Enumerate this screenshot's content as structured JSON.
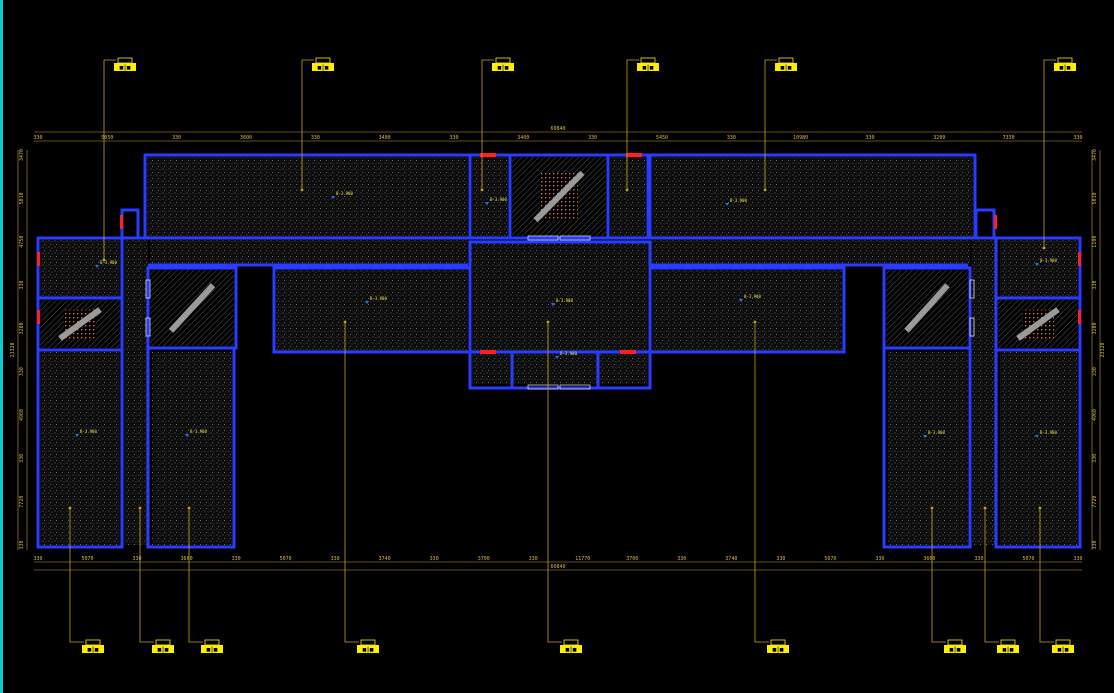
{
  "colors": {
    "background": "#000000",
    "wall": "#2a3cff",
    "leader": "#c8a020",
    "tag": "#ffee00",
    "dimension": "#d9b84a",
    "door_red": "#ff2020",
    "edge": "#13c8c8"
  },
  "dimensions": {
    "top_total": "60840",
    "bottom_total": "60840",
    "top": [
      "330",
      "5050",
      "330",
      "3600",
      "330",
      "3400",
      "330",
      "3400",
      "330",
      "5450",
      "330",
      "10980",
      "330",
      "3200",
      "7330",
      "330"
    ],
    "bottom": [
      "330",
      "5070",
      "330",
      "3660",
      "330",
      "5070",
      "330",
      "3740",
      "330",
      "3700",
      "330",
      "11770",
      "3700",
      "330",
      "3740",
      "330",
      "5070",
      "330",
      "3660",
      "330",
      "5070",
      "330"
    ],
    "left": [
      "3470",
      "5010",
      "4750",
      "330",
      "3200",
      "330",
      "4960",
      "330",
      "7720",
      "330"
    ],
    "left_total": "23320",
    "right": [
      "3470",
      "5010",
      "1100",
      "330",
      "3200",
      "330",
      "4960",
      "330",
      "7720",
      "330"
    ],
    "right_total": "23320"
  },
  "room_labels": [
    "B-3.900",
    "B-3.900",
    "B-3.900",
    "B-3.900",
    "B-3.900",
    "B-3.900",
    "B-3.900",
    "B-3.900",
    "B-3.900",
    "B-3.900",
    "B-3.900",
    "B-3.900",
    "B-3.900"
  ],
  "tags_top": [
    "■|■",
    "■|■",
    "■|■",
    "■|■",
    "■|■",
    "■|■"
  ],
  "tags_bottom": [
    "■|■",
    "■|■",
    "■|■",
    "■|■",
    "■|■",
    "■|■",
    "■|■",
    "■|■",
    "■|■"
  ]
}
